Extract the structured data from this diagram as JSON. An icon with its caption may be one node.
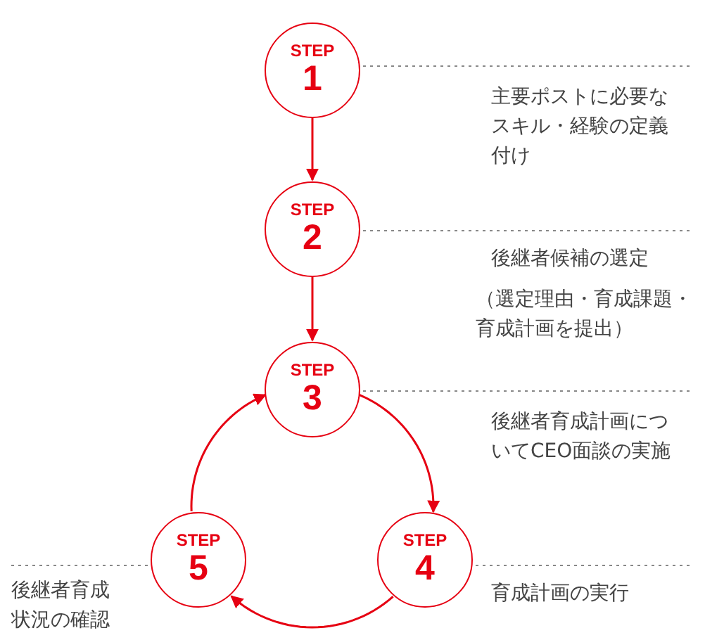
{
  "diagram": {
    "nodes": [
      {
        "text": [
          "STEP",
          "1"
        ]
      },
      {
        "text": [
          "STEP",
          "2"
        ]
      },
      {
        "text": [
          "STEP",
          "3"
        ]
      },
      {
        "text": [
          "STEP",
          "4"
        ]
      },
      {
        "text": [
          "STEP",
          "5"
        ]
      }
    ],
    "edges": [
      {
        "from": 0,
        "to": 1,
        "arrow": "to"
      },
      {
        "from": 1,
        "to": 2,
        "arrow": "to"
      },
      {
        "from": 2,
        "to": 3,
        "arrow": "to"
      },
      {
        "from": 3,
        "to": 4,
        "arrow": "to"
      },
      {
        "from": 4,
        "to": 2,
        "arrow": "to"
      }
    ],
    "labels": [
      "主要ポストに必要なスキル・経験の定義付け",
      "後継者候補の選定",
      "（選定理由・育成課題・育成計画を提出）",
      "後継者育成計画についてCEO面談の実施",
      "後継者育成状況の確認",
      "育成計画の実行"
    ]
  }
}
